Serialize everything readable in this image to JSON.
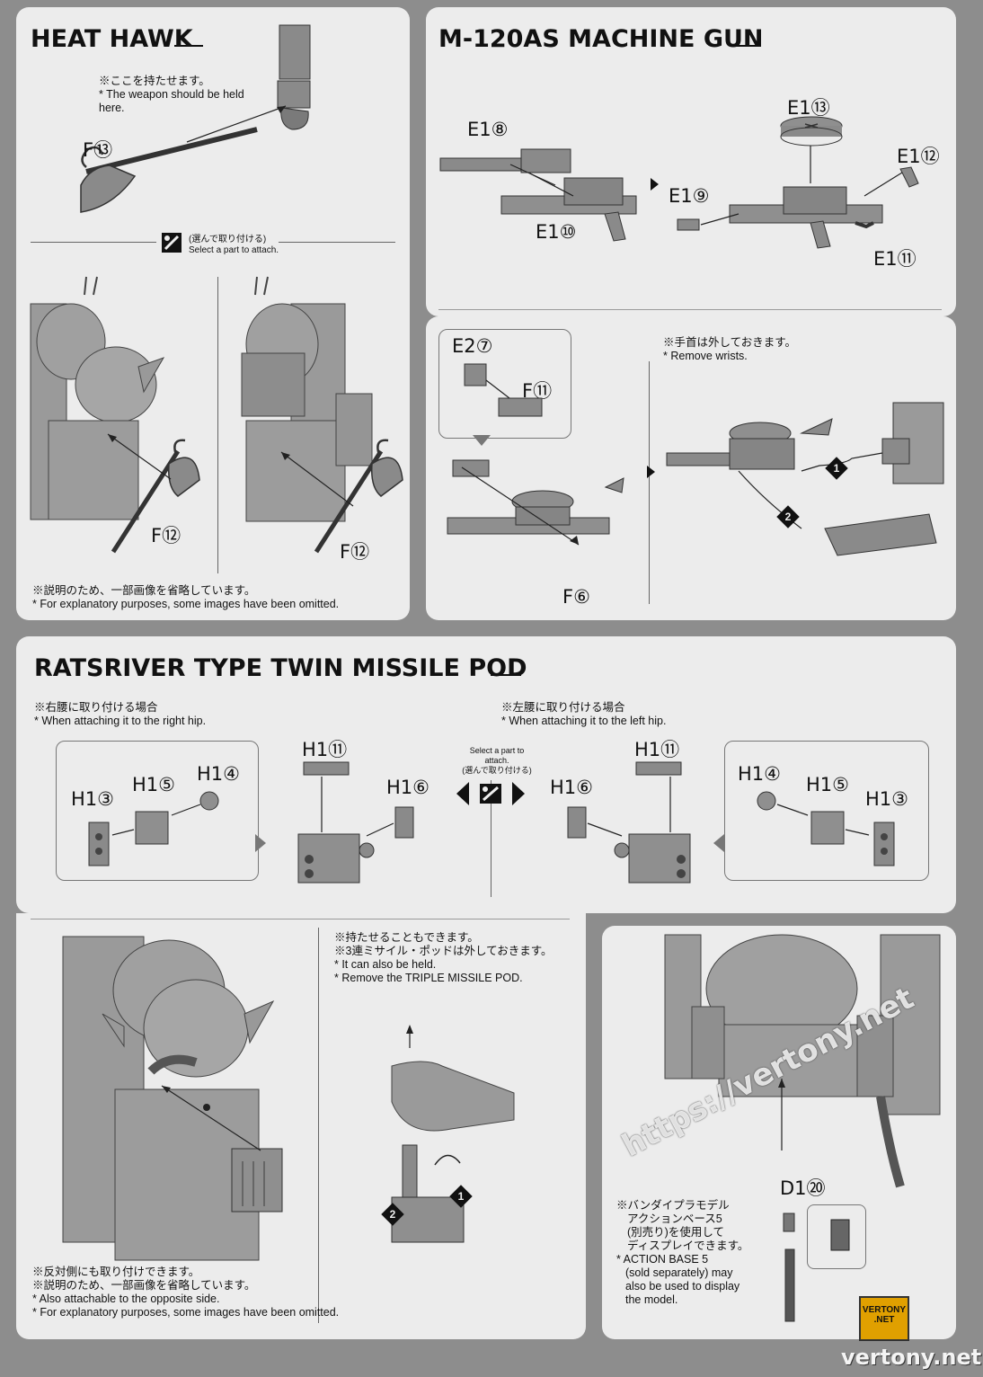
{
  "heat_hawk": {
    "title": "HEAT HAWK",
    "hold_note_jp": "※ここを持たせます。",
    "hold_note_en": "* The weapon should be held here.",
    "part_f13": "F⑬",
    "select_jp": "(選んで取り付ける)",
    "select_en": "Select a part to attach.",
    "part_f12_a": "F⑫",
    "part_f12_b": "F⑫",
    "omit_jp": "※説明のため、一部画像を省略しています。",
    "omit_en": "* For explanatory purposes, some images have been omitted."
  },
  "machine_gun": {
    "title": "M-120AS MACHINE GUN",
    "e18": "E1⑧",
    "e110": "E1⑩",
    "e113": "E1⑬",
    "e112": "E1⑫",
    "e19": "E1⑨",
    "e111": "E1⑪",
    "e27": "E2⑦",
    "f11": "F⑪",
    "f6": "F⑥",
    "wrist_jp": "※手首は外しておきます。",
    "wrist_en": "* Remove wrists.",
    "step1": "1",
    "step2": "2"
  },
  "missile_pod": {
    "title": "RATSRIVER TYPE TWIN MISSILE POD",
    "right_jp": "※右腰に取り付ける場合",
    "right_en": "* When attaching it to the right hip.",
    "left_jp": "※左腰に取り付ける場合",
    "left_en": "* When attaching it to the left hip.",
    "select_en": "Select a part to attach.",
    "select_jp": "(選んで取り付ける)",
    "h13": "H1③",
    "h15": "H1⑤",
    "h14": "H1④",
    "h111": "H1⑪",
    "h16": "H1⑥",
    "hold_jp_1": "※持たせることもできます。",
    "hold_jp_2": "※3連ミサイル・ポッドは外しておきます。",
    "hold_en_1": "* It can also be held.",
    "hold_en_2": "* Remove the TRIPLE MISSILE POD.",
    "opposite_jp": "※反対側にも取り付けできます。",
    "omit_jp": "※説明のため、一部画像を省略しています。",
    "opposite_en": "* Also attachable to the opposite side.",
    "omit_en": "* For explanatory purposes, some images have been omitted.",
    "step1": "1",
    "step2": "2"
  },
  "action_base": {
    "part_d124": "D1⑳",
    "note_jp_1": "※バンダイプラモデル",
    "note_jp_2": "アクションベース5",
    "note_jp_3": "(別売り)を使用して",
    "note_jp_4": "ディスプレイできます。",
    "note_en_1": "* ACTION BASE 5",
    "note_en_2": "(sold separately) may",
    "note_en_3": "also be used to display",
    "note_en_4": "the model."
  },
  "watermark": {
    "url": "https://vertony.net",
    "site": "vertony.net",
    "logo_1": "VERTONY",
    "logo_2": ".NET"
  }
}
